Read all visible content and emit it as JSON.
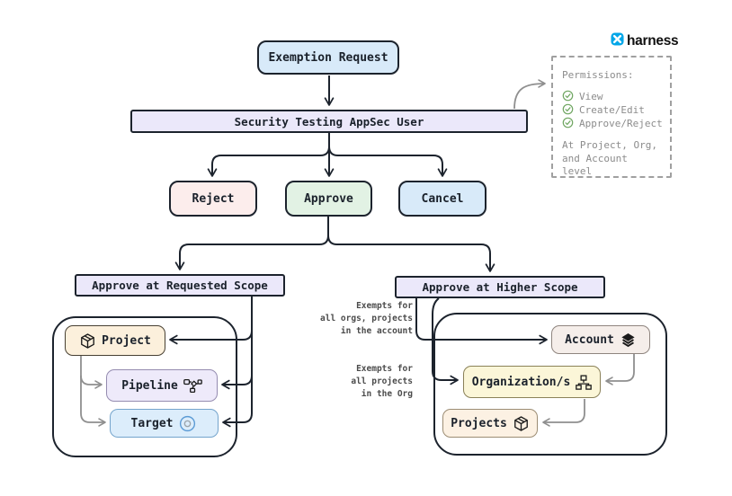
{
  "logo": {
    "text": "harness"
  },
  "flow": {
    "exemption": "Exemption Request",
    "security": "Security Testing AppSec User",
    "reject": "Reject",
    "approve": "Approve",
    "cancel": "Cancel",
    "requested_scope": "Approve at Requested Scope",
    "higher_scope": "Approve at Higher Scope"
  },
  "requested": {
    "project": "Project",
    "pipeline": "Pipeline",
    "target": "Target"
  },
  "higher": {
    "account": "Account",
    "organization": "Organization/s",
    "projects": "Projects"
  },
  "annotations": {
    "account_note": [
      "Exempts for",
      "all orgs, projects",
      "in the account"
    ],
    "org_note": [
      "Exempts for",
      "all projects",
      "in the Org"
    ]
  },
  "permissions": {
    "title": "Permissions:",
    "items": [
      "View",
      "Create/Edit",
      "Approve/Reject"
    ],
    "footer": [
      "At Project, Org,",
      "and Account level"
    ]
  },
  "icons": [
    "harness-logo-icon",
    "cube-icon",
    "workflow-icon",
    "target-icon",
    "layers-icon",
    "sitemap-icon",
    "check-circle-icon"
  ],
  "colors": {
    "line": "#1c232d",
    "gray_line": "#8f8f8f",
    "blue_node": "#d8eaf9",
    "lavender_node": "#ebe8fa",
    "red_node": "#fcedec",
    "green_node": "#e2f2e4",
    "cream_node": "#fcf0dc",
    "pipeline_node": "#eeeafa",
    "target_node": "#dcedfb",
    "rose_node": "#f5eeea",
    "yellow_node": "#fbf6d8",
    "peach_node": "#fcf1e3",
    "check_green": "#6fa661",
    "brand_blue": "#00a6e8"
  }
}
